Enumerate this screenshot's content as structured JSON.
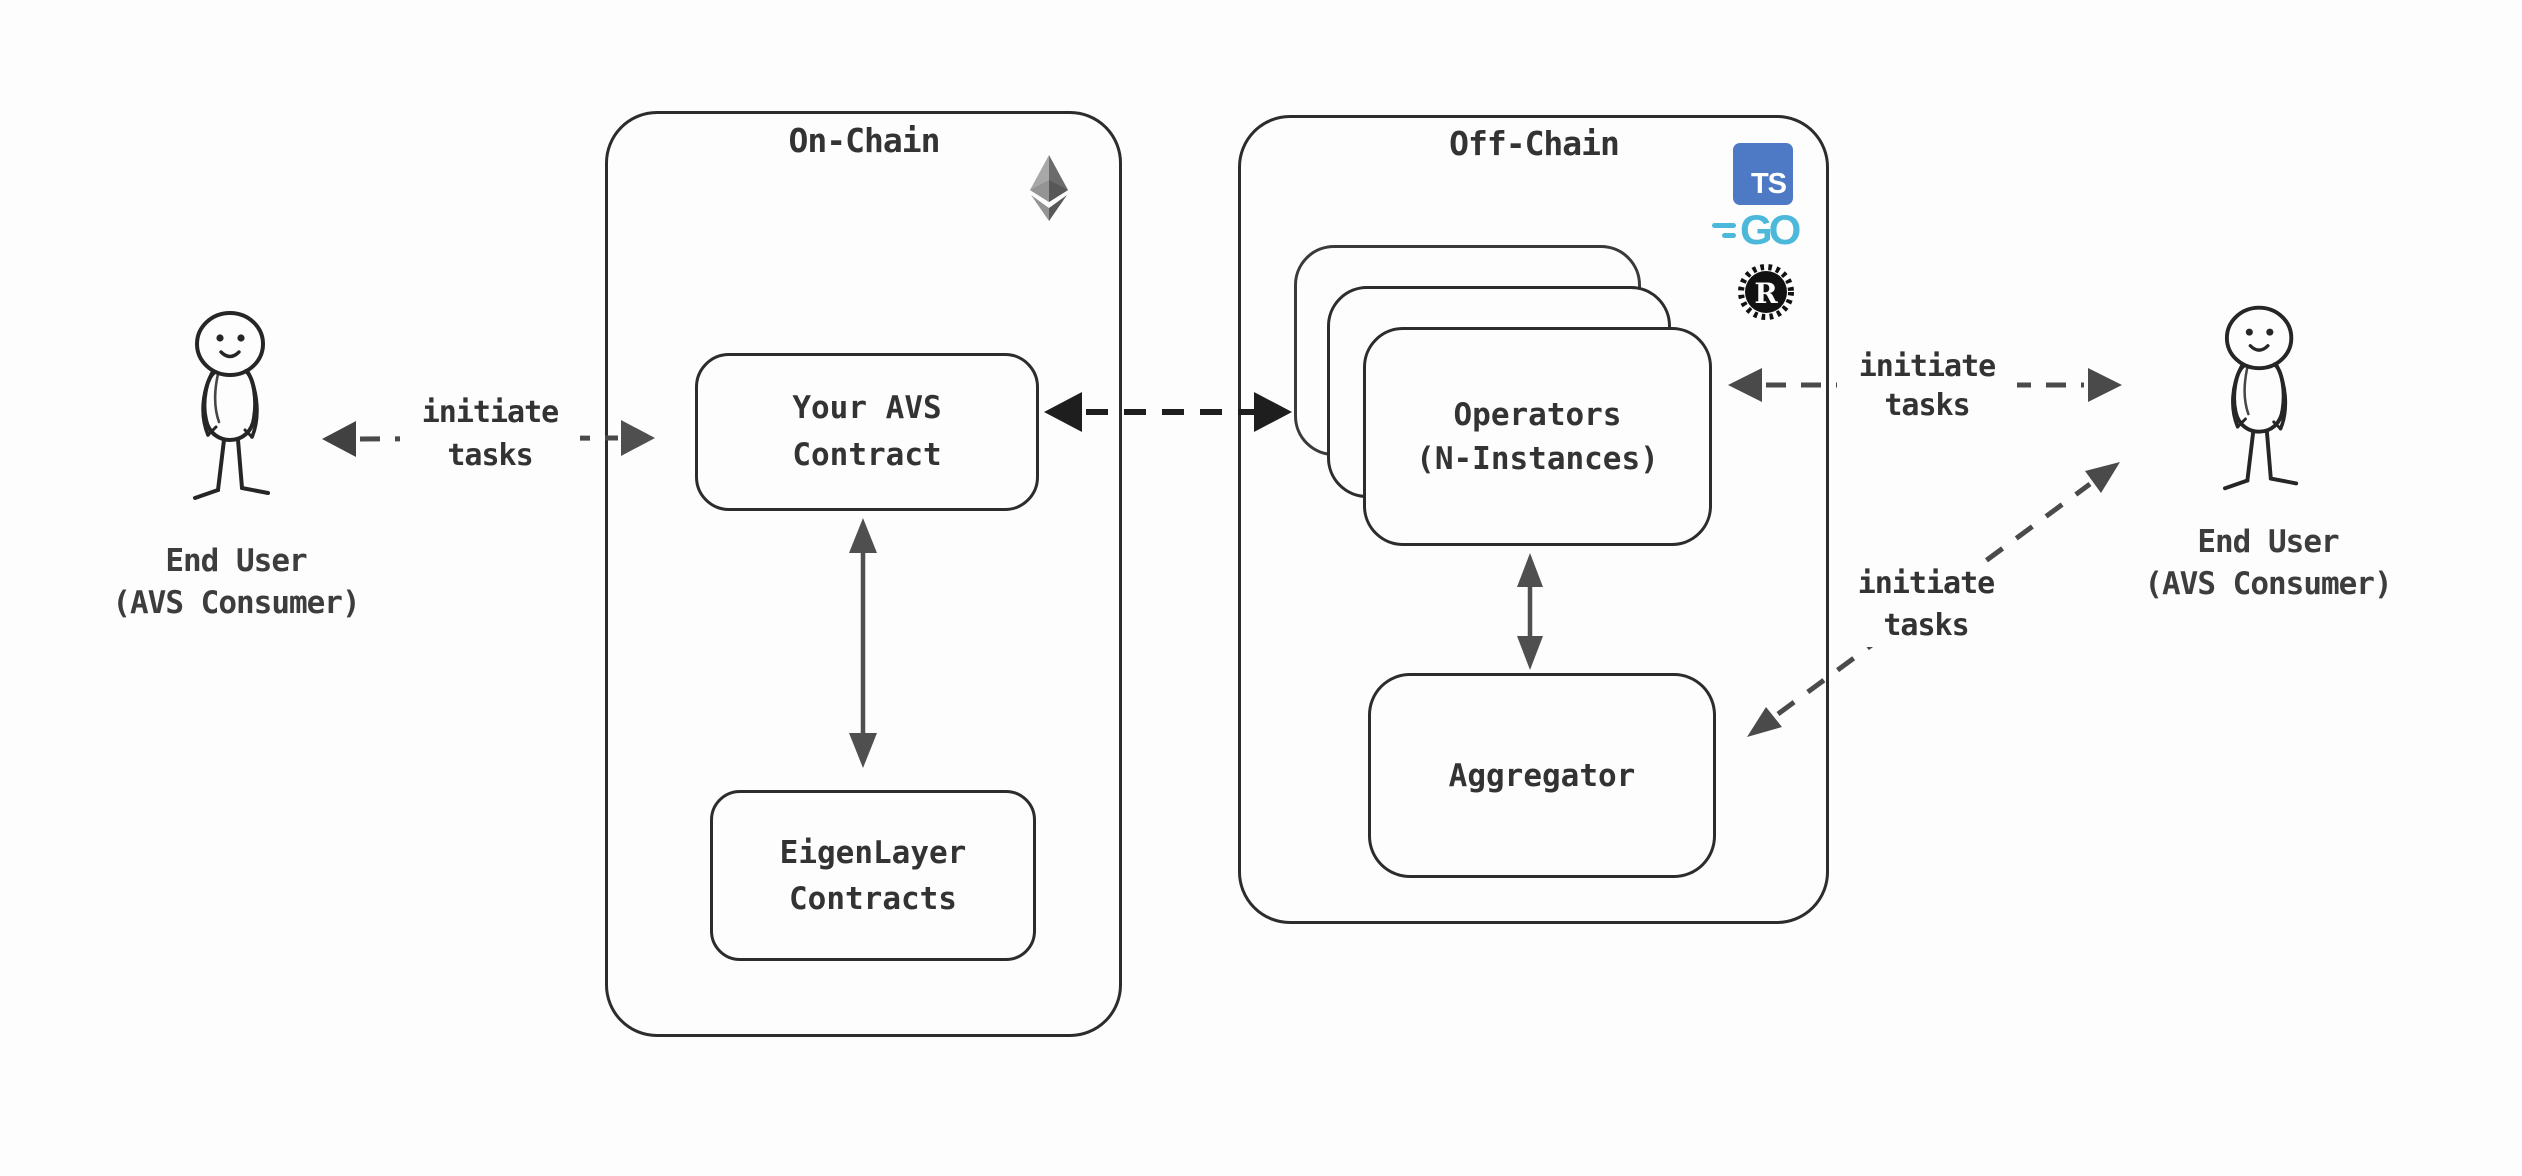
{
  "actors": {
    "left": {
      "line1": "End User",
      "line2": "(AVS Consumer)"
    },
    "right": {
      "line1": "End User",
      "line2": "(AVS Consumer)"
    }
  },
  "onchain": {
    "title": "On-Chain",
    "avs_contract": {
      "line1": "Your AVS",
      "line2": "Contract"
    },
    "eigenlayer": {
      "line1": "EigenLayer",
      "line2": "Contracts"
    }
  },
  "offchain": {
    "title": "Off-Chain",
    "operators": {
      "line1": "Operators",
      "line2": "(N-Instances)"
    },
    "aggregator": {
      "label": "Aggregator"
    },
    "icons": {
      "typescript": "TS",
      "go": "GO",
      "rust": "R"
    }
  },
  "arrow_labels": {
    "left": {
      "line1": "initiate",
      "line2": "tasks"
    },
    "right_top": {
      "line1": "initiate",
      "line2": "tasks"
    },
    "right_bottom": {
      "line1": "initiate",
      "line2": "tasks"
    }
  },
  "colors": {
    "bg": "#fdfdfd",
    "ink": "#2c2c2c",
    "text": "#333333",
    "arrow_gray": "#4a4a4a",
    "arrow_black": "#1e1e1e",
    "ts_blue": "#4e79c4",
    "go_cyan": "#4cb8da",
    "rust_black": "#111111",
    "eth_light": "#a8a8a8",
    "eth_dark": "#6b6b6b",
    "eth_mid": "#949494",
    "eth_deep": "#585858"
  }
}
